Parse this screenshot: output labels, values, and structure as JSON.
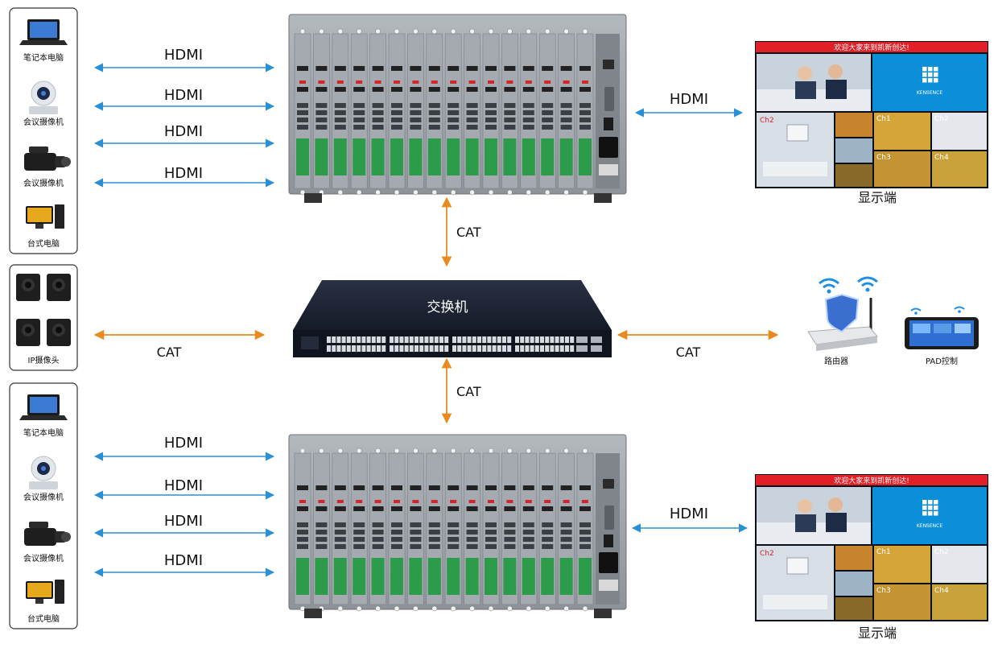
{
  "labels": {
    "hdmi": "HDMI",
    "cat": "CAT",
    "switch": "交换机",
    "display": "显示端",
    "router": "路由器",
    "pad": "PAD控制",
    "ip_camera": "IP摄像头"
  },
  "sources_top": [
    "笔记本电脑",
    "会议摄像机",
    "会议摄像机",
    "台式电脑"
  ],
  "sources_bottom": [
    "笔记本电脑",
    "会议摄像机",
    "会议摄像机",
    "台式电脑"
  ],
  "screen": {
    "banner": "欢迎大家来到凯新创达!",
    "brand": "KENSENCE",
    "channels": [
      "Ch2",
      "Ch1",
      "Ch2",
      "Ch3",
      "Ch4"
    ]
  },
  "colors": {
    "hdmi_arrow": "#2b8fd6",
    "cat_arrow": "#e98a1e",
    "chassis": "#9aa0a6",
    "switch_body": "#1d2333",
    "banner_red": "#e01f26",
    "tile_blue": "#0a8fd8"
  }
}
